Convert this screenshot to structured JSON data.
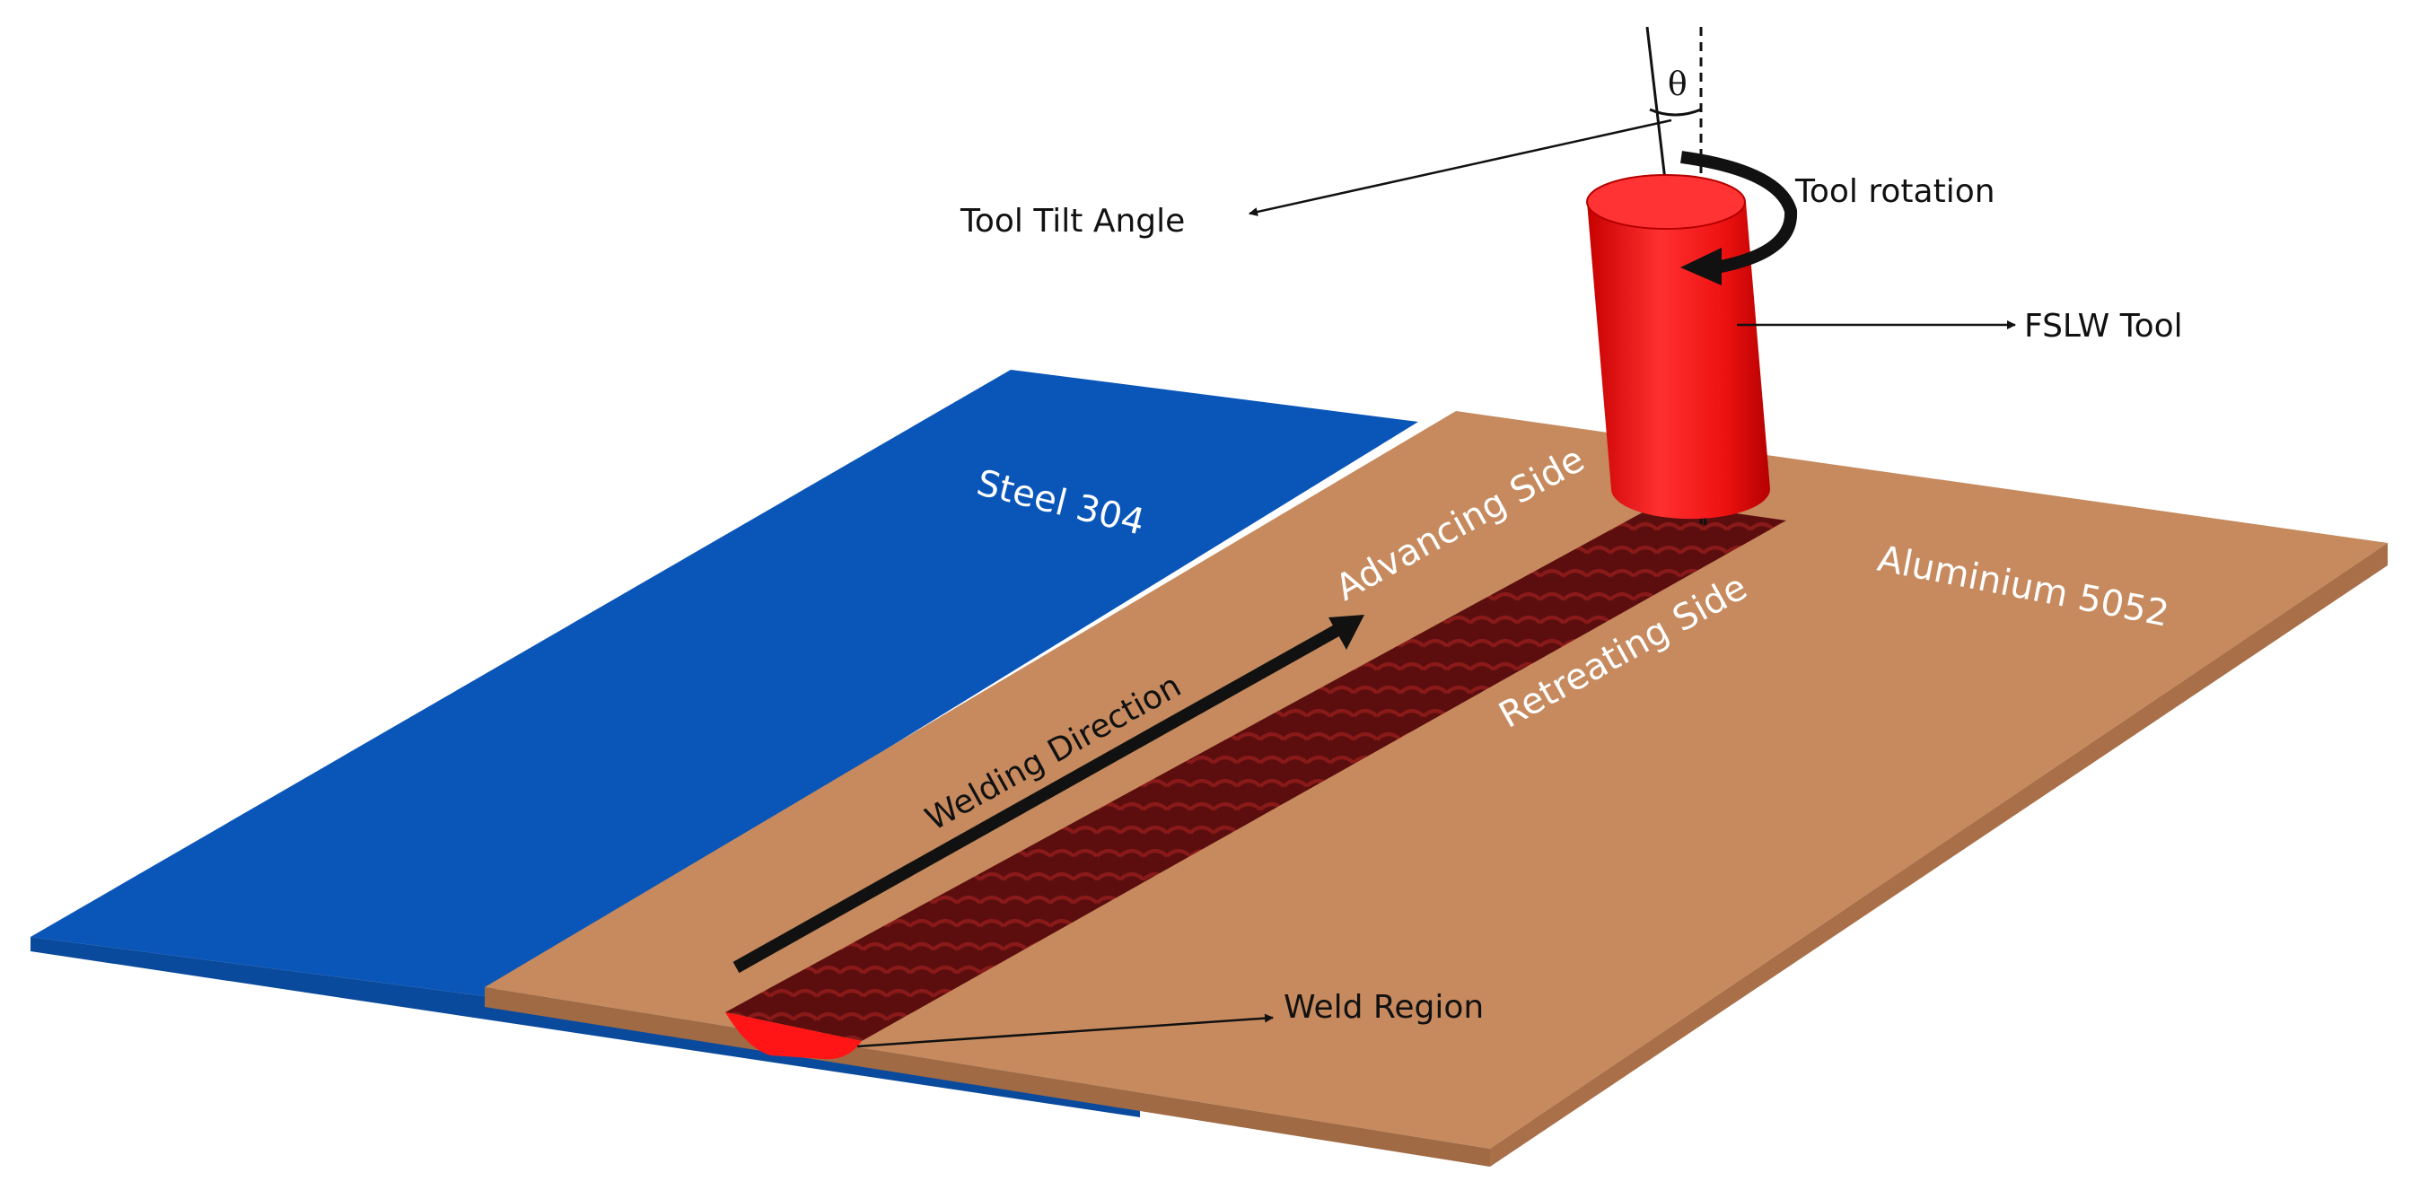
{
  "labels": {
    "tool_tilt_angle": "Tool Tilt Angle",
    "theta": "θ",
    "tool_rotation": "Tool rotation",
    "fslw_tool": "FSLW Tool",
    "steel": "Steel 304",
    "advancing_side": "Advancing Side",
    "retreating_side": "Retreating Side",
    "aluminium": "Aluminium 5052",
    "welding_direction": "Welding Direction",
    "weld_region": "Weld Region"
  },
  "colors": {
    "steel_plate": "#0a56b8",
    "aluminium_plate": "#c68a5e",
    "weld_track": "#5c0e0e",
    "tool": "#ee1111",
    "arrow": "#111111",
    "light_label": "#ffffff"
  }
}
